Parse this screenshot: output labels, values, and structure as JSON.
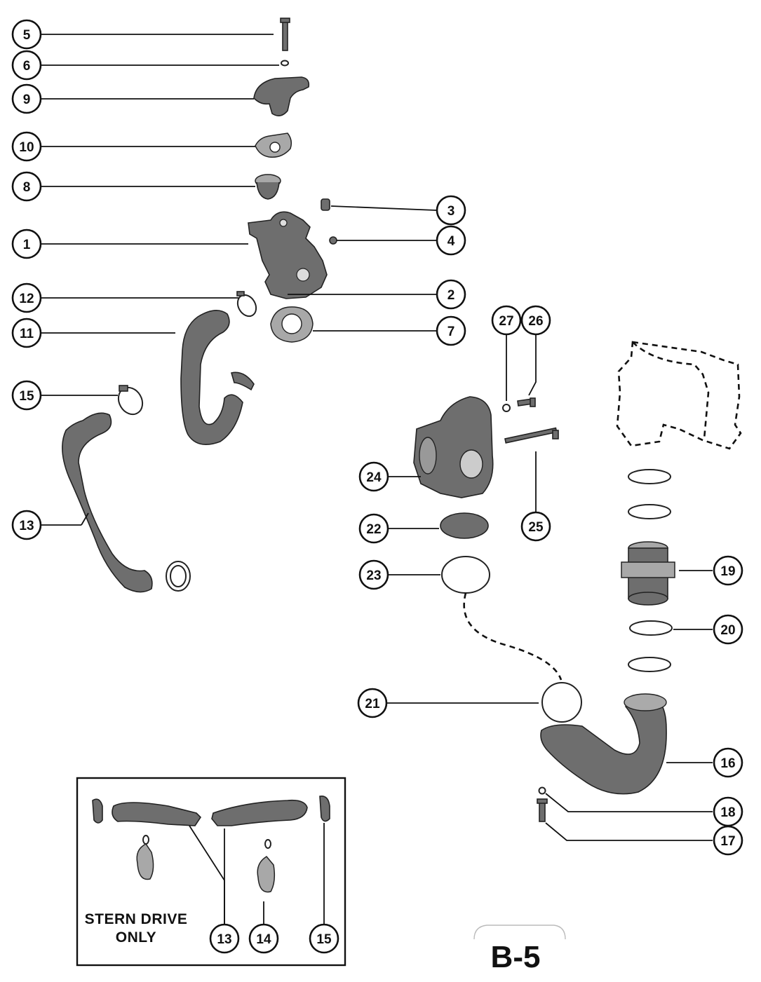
{
  "callouts": {
    "c1": "1",
    "c2": "2",
    "c3": "3",
    "c4": "4",
    "c5": "5",
    "c6": "6",
    "c7": "7",
    "c8": "8",
    "c9": "9",
    "c10": "10",
    "c11": "11",
    "c12": "12",
    "c13": "13",
    "c15": "15",
    "c16": "16",
    "c17": "17",
    "c18": "18",
    "c19": "19",
    "c20": "20",
    "c21": "21",
    "c22": "22",
    "c23": "23",
    "c24": "24",
    "c25": "25",
    "c26": "26",
    "c27": "27"
  },
  "inset": {
    "label_line1": "STERN DRIVE",
    "label_line2": "ONLY",
    "c13": "13",
    "c14": "14",
    "c15": "15"
  },
  "page_label": "B-5"
}
